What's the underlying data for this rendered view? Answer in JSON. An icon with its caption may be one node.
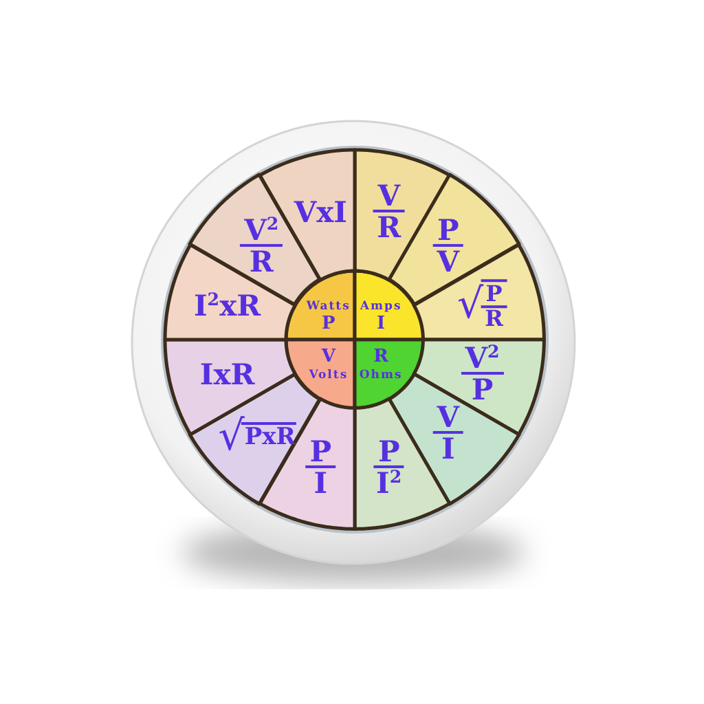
{
  "diagram": {
    "nodes": [
      {
        "text": [
          "Watts",
          "P"
        ]
      },
      {
        "text": [
          "Amps",
          "I"
        ]
      },
      {
        "text": [
          "V",
          "Volts"
        ]
      },
      {
        "text": [
          "R",
          "Ohms"
        ]
      },
      {
        "text": [
          "V",
          "R"
        ]
      },
      {
        "text": [
          "P",
          "V"
        ]
      },
      {
        "text": [
          "√",
          "P",
          "R"
        ]
      },
      {
        "text": [
          "V$^{2}$",
          "P"
        ]
      },
      {
        "text": [
          "V",
          "I"
        ]
      },
      {
        "text": [
          "P",
          "I$^{2}$"
        ]
      },
      {
        "text": [
          "P",
          "I"
        ]
      },
      {
        "text": [
          "√",
          "PxR"
        ]
      },
      {
        "text": [
          "IxR"
        ]
      },
      {
        "text": [
          "I$^{2}$xR"
        ]
      },
      {
        "text": [
          "V$^{2}$",
          "R"
        ]
      },
      {
        "text": [
          "VxI"
        ]
      }
    ]
  }
}
